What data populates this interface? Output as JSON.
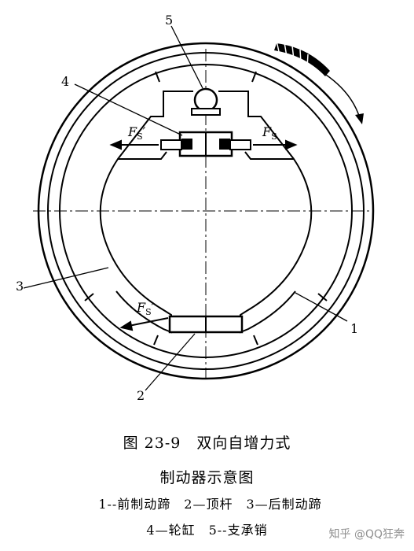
{
  "callouts": {
    "c1": "1",
    "c2": "2",
    "c3": "3",
    "c4": "4",
    "c5": "5"
  },
  "forces": {
    "fs_left_letter": "F",
    "fs_left_sub": "S",
    "fs_left_prime": "′",
    "fs_right_letter": "F",
    "fs_right_sub": "S",
    "fs_bottom_letter": "F",
    "fs_bottom_sub": "S",
    "fs_bottom_prime": "′"
  },
  "caption": {
    "line1": "图 23-9　双向自增力式",
    "line2": "制动器示意图",
    "legend_line1": "1--前制动蹄　2—顶杆　3—后制动蹄",
    "legend_line2": "4—轮缸　5--支承销"
  },
  "watermark": "知乎 @QQ狂奔",
  "icons": [
    "rotation-arrow-icon"
  ]
}
